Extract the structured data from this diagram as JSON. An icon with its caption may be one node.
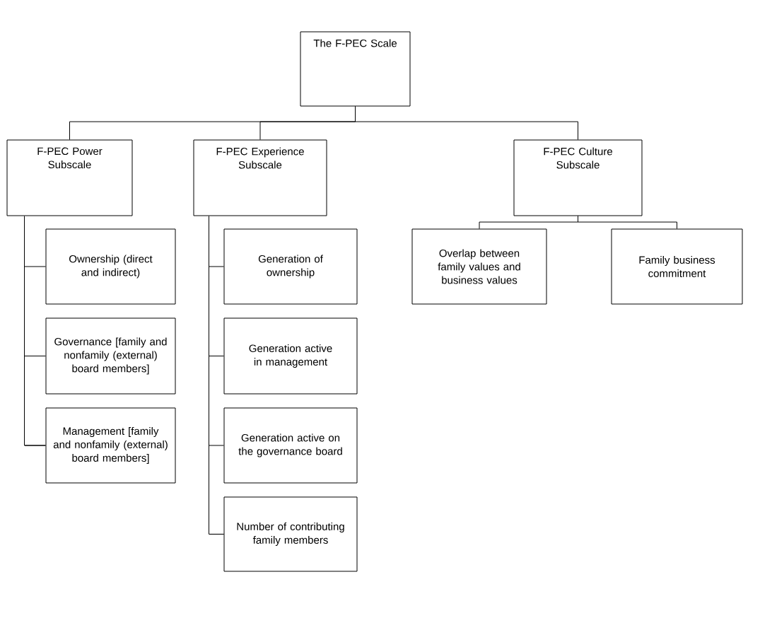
{
  "diagram": {
    "nodes": [
      {
        "text": [
          "The F-PEC Scale"
        ]
      },
      {
        "text": [
          "F-PEC Power Subscale"
        ]
      },
      {
        "text": [
          "F-PEC Experience Subscale"
        ]
      },
      {
        "text": [
          "F-PEC Culture Subscale"
        ]
      },
      {
        "text": [
          "Ownership (direct and indirect)"
        ]
      },
      {
        "text": [
          "Governance [family and nonfamily (external) board members]"
        ]
      },
      {
        "text": [
          "Management [family and nonfamily (external) board members]"
        ]
      },
      {
        "text": [
          "Generation of ownership"
        ]
      },
      {
        "text": [
          "Generation active in management"
        ]
      },
      {
        "text": [
          "Generation active on the governance board"
        ]
      },
      {
        "text": [
          "Number of contributing family members"
        ]
      },
      {
        "text": [
          "Overlap between family values and business values"
        ]
      },
      {
        "text": [
          "Family business commitment"
        ]
      }
    ],
    "edges": [
      {
        "from": 0,
        "to": 1,
        "arrow": "none"
      },
      {
        "from": 0,
        "to": 2,
        "arrow": "none"
      },
      {
        "from": 0,
        "to": 3,
        "arrow": "none"
      },
      {
        "from": 1,
        "to": 4,
        "arrow": "none"
      },
      {
        "from": 1,
        "to": 5,
        "arrow": "none"
      },
      {
        "from": 1,
        "to": 6,
        "arrow": "none"
      },
      {
        "from": 2,
        "to": 7,
        "arrow": "none"
      },
      {
        "from": 2,
        "to": 8,
        "arrow": "none"
      },
      {
        "from": 2,
        "to": 9,
        "arrow": "none"
      },
      {
        "from": 2,
        "to": 10,
        "arrow": "none"
      },
      {
        "from": 3,
        "to": 11,
        "arrow": "none"
      },
      {
        "from": 3,
        "to": 12,
        "arrow": "none"
      }
    ]
  }
}
